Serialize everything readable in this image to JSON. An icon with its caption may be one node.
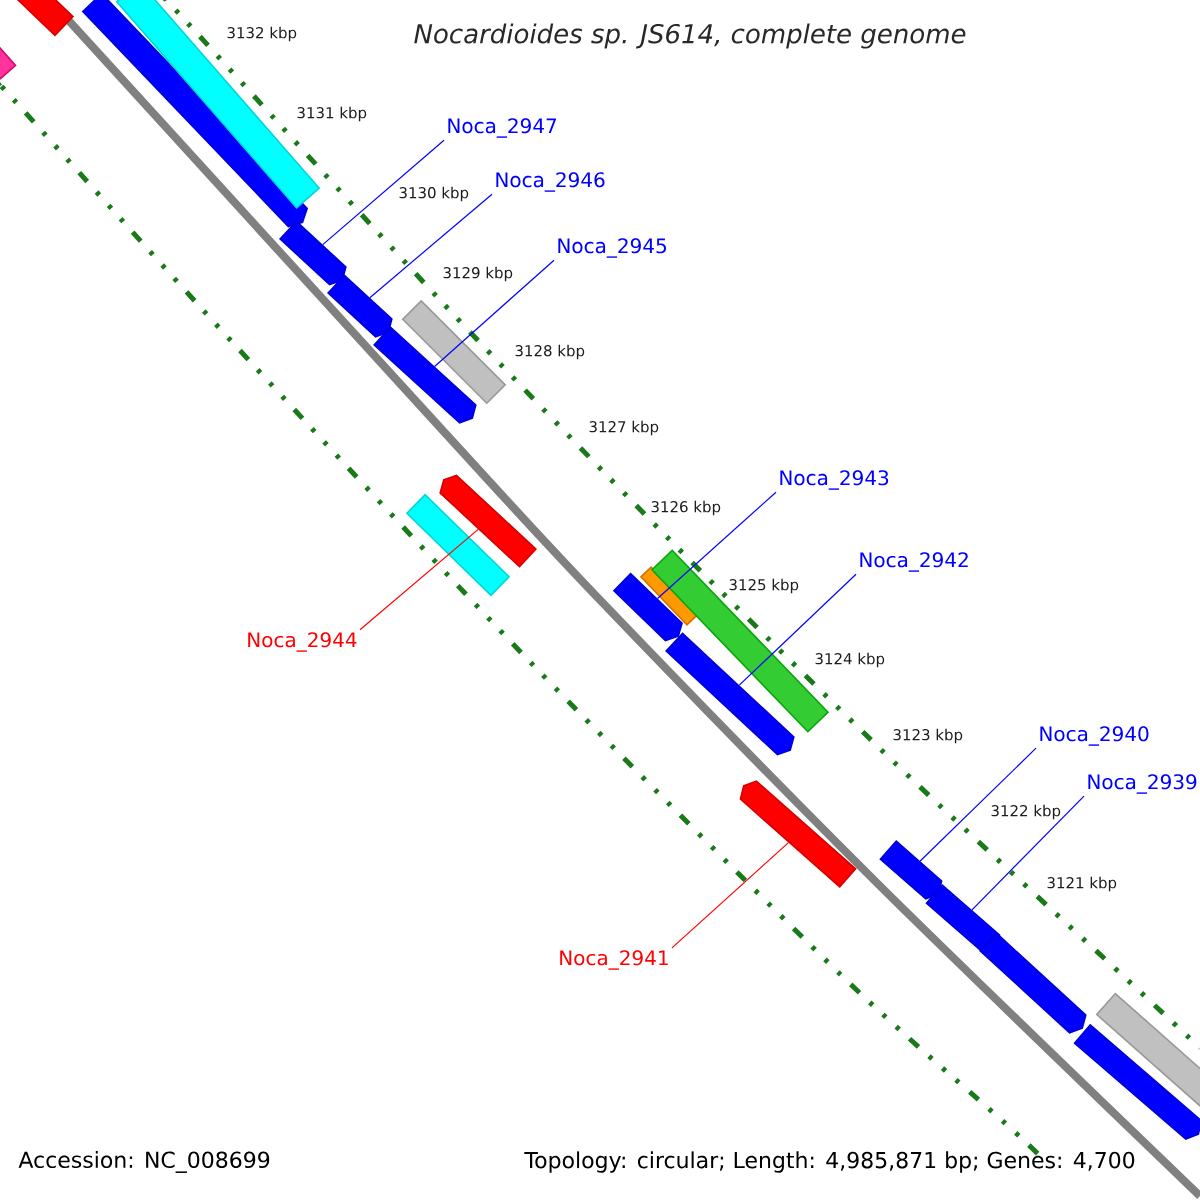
{
  "diagram": {
    "title": "Nocardioides sp. JS614, complete genome",
    "nodes": [
      {
        "text": [
          "Noca_2947"
        ]
      },
      {
        "text": [
          "Noca_2946"
        ]
      },
      {
        "text": [
          "Noca_2945"
        ]
      },
      {
        "text": [
          "Noca_2943"
        ]
      },
      {
        "text": [
          "Noca_2942"
        ]
      },
      {
        "text": [
          "Noca_2944"
        ]
      },
      {
        "text": [
          "Noca_2940"
        ]
      },
      {
        "text": [
          "Noca_2939"
        ]
      },
      {
        "text": [
          "Noca_2941"
        ]
      },
      {
        "text": [],
        "shape": "bar"
      },
      {
        "text": [],
        "shape": "bar"
      },
      {
        "text": [],
        "shape": "arrow"
      },
      {
        "text": [],
        "shape": "bar"
      },
      {
        "text": [],
        "shape": "arrow"
      },
      {
        "text": [],
        "shape": "arrow"
      },
      {
        "text": [],
        "shape": "arrow"
      },
      {
        "text": [],
        "shape": "bar"
      },
      {
        "text": [],
        "shape": "bar"
      },
      {
        "text": [],
        "shape": "arrow"
      },
      {
        "text": [],
        "shape": "arrow"
      },
      {
        "text": [],
        "shape": "bar"
      },
      {
        "text": [],
        "shape": "bar"
      },
      {
        "text": [],
        "shape": "arrow"
      },
      {
        "text": [],
        "shape": "arrow"
      },
      {
        "text": [],
        "shape": "arrow"
      },
      {
        "text": [],
        "shape": "arrow"
      },
      {
        "text": [],
        "shape": "arrow"
      },
      {
        "text": [],
        "shape": "bar"
      },
      {
        "text": [],
        "shape": "arrow"
      }
    ],
    "edges": [
      {
        "from": 0,
        "to": 13,
        "arrow": "none"
      },
      {
        "from": 1,
        "to": 14,
        "arrow": "none"
      },
      {
        "from": 2,
        "to": 15,
        "arrow": "none"
      },
      {
        "from": 3,
        "to": 19,
        "arrow": "none"
      },
      {
        "from": 4,
        "to": 22,
        "arrow": "none"
      },
      {
        "from": 5,
        "to": 18,
        "arrow": "none",
        "color": "#ff0000"
      },
      {
        "from": 6,
        "to": 24,
        "arrow": "none"
      },
      {
        "from": 7,
        "to": 25,
        "arrow": "none"
      },
      {
        "from": 8,
        "to": 23,
        "arrow": "none",
        "color": "#ff0000"
      }
    ],
    "labels": [
      "3132 kbp",
      "3131 kbp",
      "3130 kbp",
      "3129 kbp",
      "3128 kbp",
      "3127 kbp",
      "3126 kbp",
      "3125 kbp",
      "3124 kbp",
      "3123 kbp",
      "3122 kbp",
      "3121 kbp",
      "Accession: NC_008699",
      "Topology: circular; Length: 4,985,871 bp; Genes: 4,700"
    ]
  }
}
